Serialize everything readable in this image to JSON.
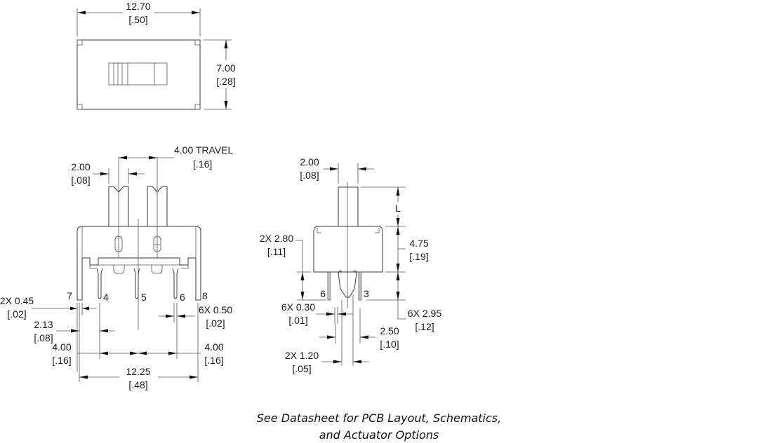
{
  "drawing": {
    "title": "Slide switch mechanical drawing",
    "top_view": {
      "width_mm": "12.70",
      "width_in": "[.50]",
      "height_mm": "7.00",
      "height_in": "[.28]"
    },
    "front_view": {
      "actuator_width_mm": "2.00",
      "actuator_width_in": "[.08]",
      "travel_label": "4.00 TRAVEL",
      "travel_in": "[.16]",
      "pins": [
        "7",
        "4",
        "5",
        "6",
        "8"
      ],
      "mount_pin_width_label": "2X 0.45",
      "mount_pin_width_in": "[.02]",
      "mount_to_pin_mm": "2.13",
      "mount_to_pin_in": "[.08]",
      "pitch_left_mm": "4.00",
      "pitch_left_in": "[.16]",
      "pitch_right_mm": "4.00",
      "pitch_right_in": "[.16]",
      "pin_width_label": "6X 0.50",
      "pin_width_in": "[.02]",
      "mount_span_mm": "12.25",
      "mount_span_in": "[.48]"
    },
    "side_view": {
      "actuator_width_mm": "2.00",
      "actuator_width_in": "[.08]",
      "actuator_length_label": "L",
      "body_height_mm": "4.75",
      "body_height_in": "[.19]",
      "mount_height_label": "2X 2.80",
      "mount_height_in": "[.11]",
      "pins": [
        "6",
        "3"
      ],
      "pin_thickness_label": "6X 0.30",
      "pin_thickness_in": "[.01]",
      "pin_length_label": "6X 2.95",
      "pin_length_in": "[.12]",
      "row_spacing_mm": "2.50",
      "row_spacing_in": "[.10]",
      "mount_width_label": "2X 1.20",
      "mount_width_in": "[.05]"
    },
    "footnote_line1": "See Datasheet for PCB Layout, Schematics,",
    "footnote_line2": "and Actuator Options"
  }
}
